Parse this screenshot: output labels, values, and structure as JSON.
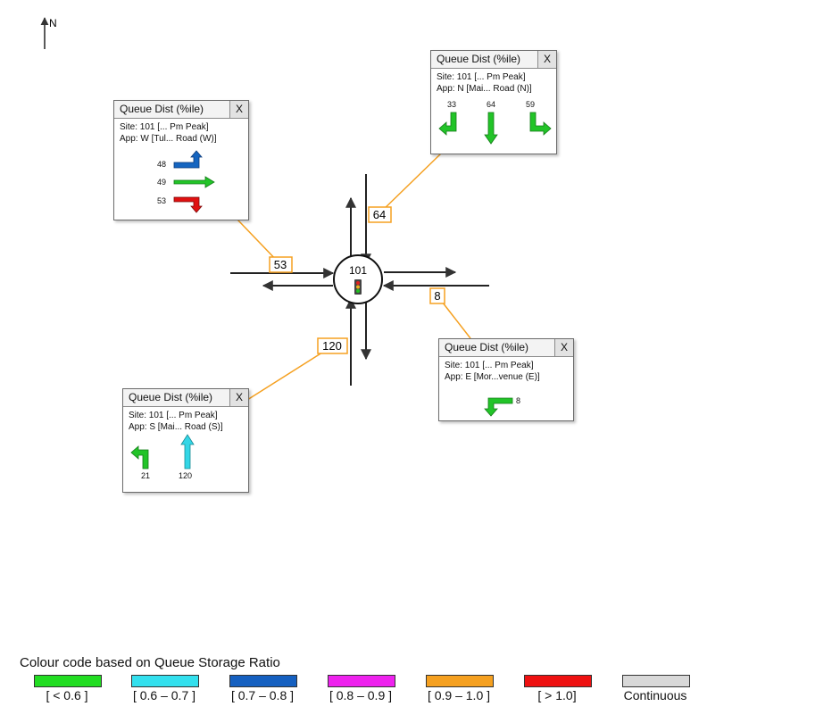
{
  "north_label": "N",
  "site_node_label": "101",
  "approach_tags": {
    "north": "64",
    "west": "53",
    "east": "8",
    "south": "120"
  },
  "popups": [
    {
      "id": "west",
      "title": "Queue Dist (%ile)",
      "close": "X",
      "site": "Site: 101 [... Pm Peak]",
      "app": "App: W [Tul... Road (W)]",
      "lanes": [
        {
          "value": "48",
          "color": "#1565c0",
          "icon": "left-turn-arrow"
        },
        {
          "value": "49",
          "color": "#22c428",
          "icon": "through-arrow"
        },
        {
          "value": "53",
          "color": "#e01010",
          "icon": "right-turn-arrow"
        }
      ]
    },
    {
      "id": "north",
      "title": "Queue Dist (%ile)",
      "close": "X",
      "site": "Site: 101 [... Pm Peak]",
      "app": "App: N [Mai... Road (N)]",
      "lanes": [
        {
          "value": "33",
          "color": "#22c428",
          "icon": "right-turn-arrow"
        },
        {
          "value": "64",
          "color": "#22c428",
          "icon": "through-arrow"
        },
        {
          "value": "59",
          "color": "#22c428",
          "icon": "left-turn-arrow"
        }
      ]
    },
    {
      "id": "east",
      "title": "Queue Dist (%ile)",
      "close": "X",
      "site": "Site: 101 [... Pm Peak]",
      "app": "App: E [Mor...venue (E)]",
      "lanes": [
        {
          "value": "8",
          "color": "#22c428",
          "icon": "left-turn-arrow"
        }
      ]
    },
    {
      "id": "south",
      "title": "Queue Dist (%ile)",
      "close": "X",
      "site": "Site: 101 [... Pm Peak]",
      "app": "App: S [Mai... Road (S)]",
      "lanes": [
        {
          "value": "21",
          "color": "#22c428",
          "icon": "left-turn-arrow"
        },
        {
          "value": "120",
          "color": "#33d6e6",
          "icon": "through-arrow"
        }
      ]
    }
  ],
  "legend": {
    "title": "Colour code based on Queue Storage Ratio",
    "items": [
      {
        "label": "[ < 0.6 ]",
        "color": "#22dd22"
      },
      {
        "label": "[ 0.6 – 0.7 ]",
        "color": "#33e0ee"
      },
      {
        "label": "[ 0.7 – 0.8 ]",
        "color": "#1560c0"
      },
      {
        "label": "[ 0.8 – 0.9 ]",
        "color": "#ee22ee"
      },
      {
        "label": "[ 0.9 – 1.0 ]",
        "color": "#f5a020"
      },
      {
        "label": "[ > 1.0]",
        "color": "#ee1111"
      },
      {
        "label": "Continuous",
        "color": "#d8d8d8"
      }
    ]
  },
  "colors": {
    "leader": "#f5a020",
    "road": "#222222"
  }
}
